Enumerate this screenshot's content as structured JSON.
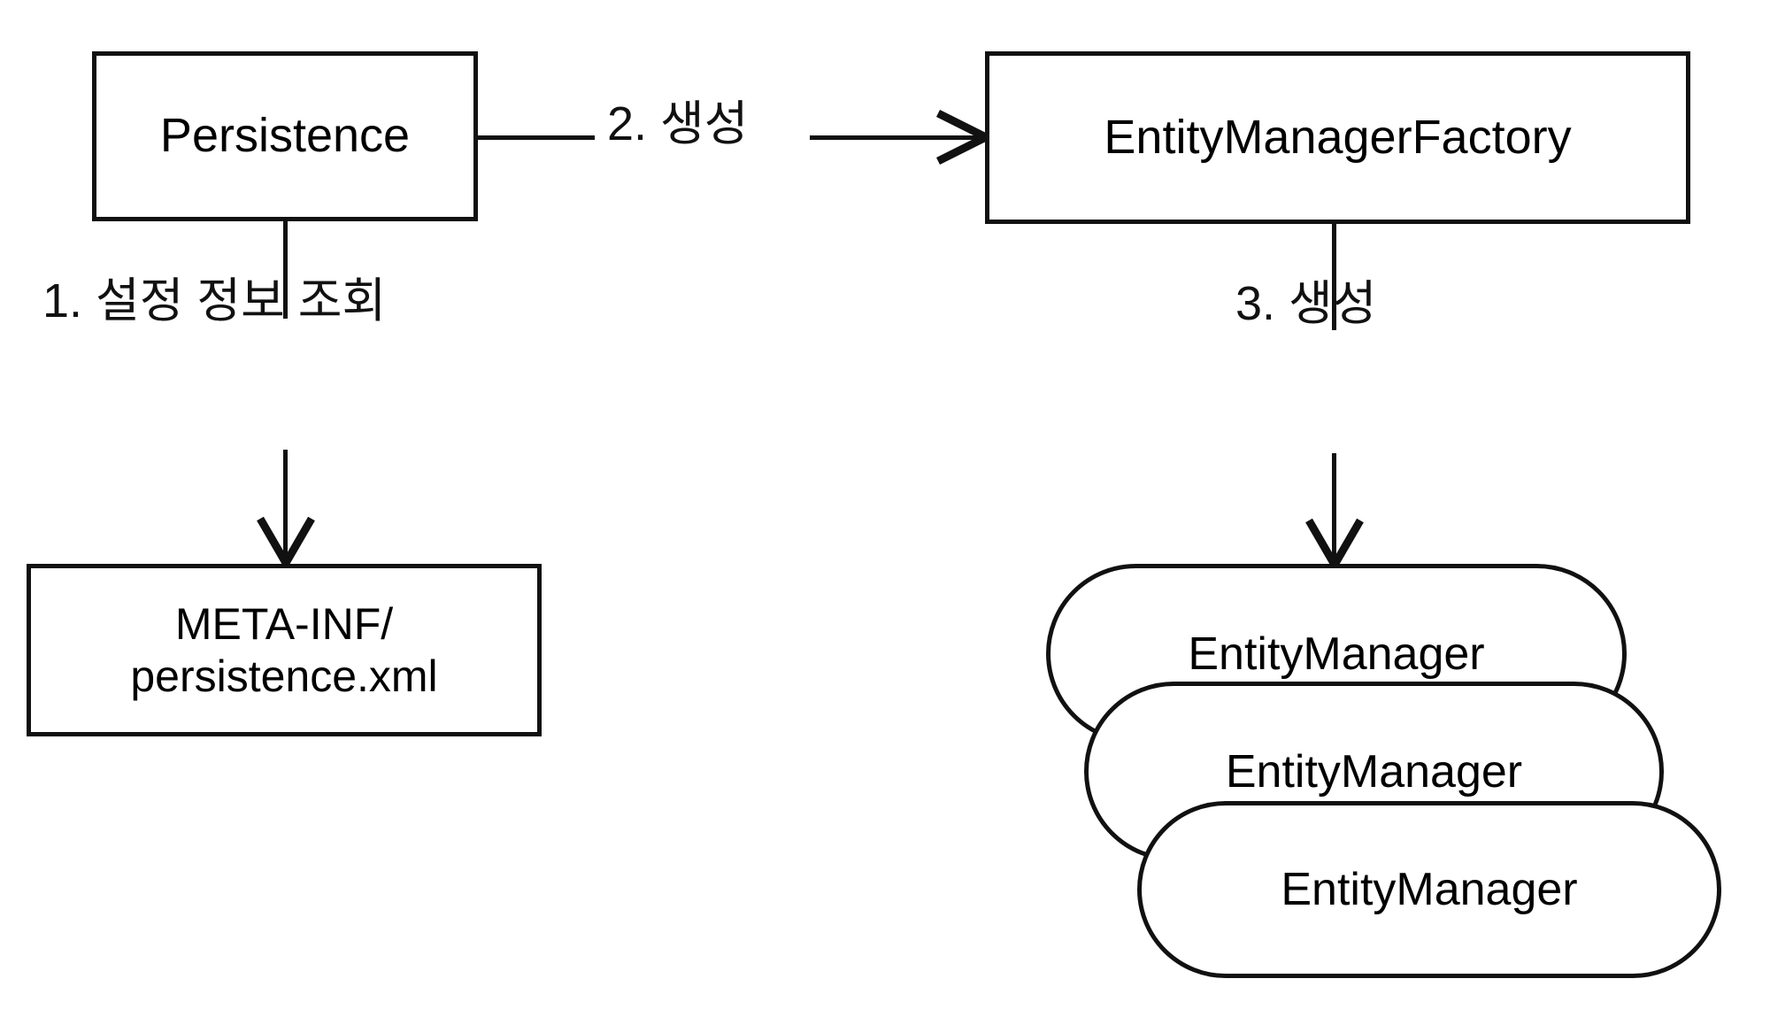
{
  "diagram": {
    "title": "JPA EntityManagerFactory / EntityManager creation flow",
    "stroke_color": "#111111",
    "background_color": "#ffffff",
    "nodes": {
      "persistence": {
        "label": "Persistence",
        "shape": "rectangle"
      },
      "entity_manager_factory": {
        "label": "EntityManagerFactory",
        "shape": "rectangle"
      },
      "meta_inf": {
        "label": "META-INF/\npersistence.xml",
        "shape": "rectangle"
      },
      "entity_managers": [
        {
          "label": "EntityManager",
          "shape": "stadium"
        },
        {
          "label": "EntityManager",
          "shape": "stadium"
        },
        {
          "label": "EntityManager",
          "shape": "stadium"
        }
      ]
    },
    "edges": [
      {
        "id": "step-1",
        "label": "1. 설정 정보 조회",
        "from": "persistence",
        "to": "meta_inf",
        "direction": "down"
      },
      {
        "id": "step-2",
        "label": "2. 생성",
        "from": "persistence",
        "to": "entity_manager_factory",
        "direction": "right"
      },
      {
        "id": "step-3",
        "label": "3. 생성",
        "from": "entity_manager_factory",
        "to": "entity_managers",
        "direction": "down"
      }
    ]
  }
}
